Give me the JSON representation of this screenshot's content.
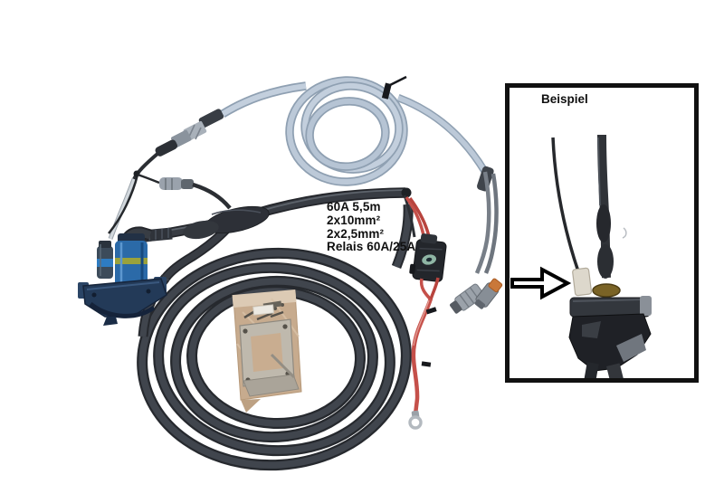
{
  "annotations": {
    "spec_lines": [
      "60A 5,5m",
      "2x10mm²",
      "2x2,5mm²",
      "Relais 60A/25A"
    ],
    "inset_title": "Beispiel"
  },
  "icons": {
    "arrow": "arrow-right-icon"
  },
  "colors": {
    "background": "#ffffff",
    "inset_border": "#111111",
    "annotation_text": "#101010",
    "gray_cable": "#b9c6d6",
    "black_cable": "#3b3f46",
    "red_cable": "#c5504a",
    "blue_connector": "#2b6aa8",
    "yellow_band": "#9aa23c",
    "orange_connector_tip": "#c9783a",
    "bag": "#c7ab8e",
    "bracket": "#bfb9ad"
  }
}
